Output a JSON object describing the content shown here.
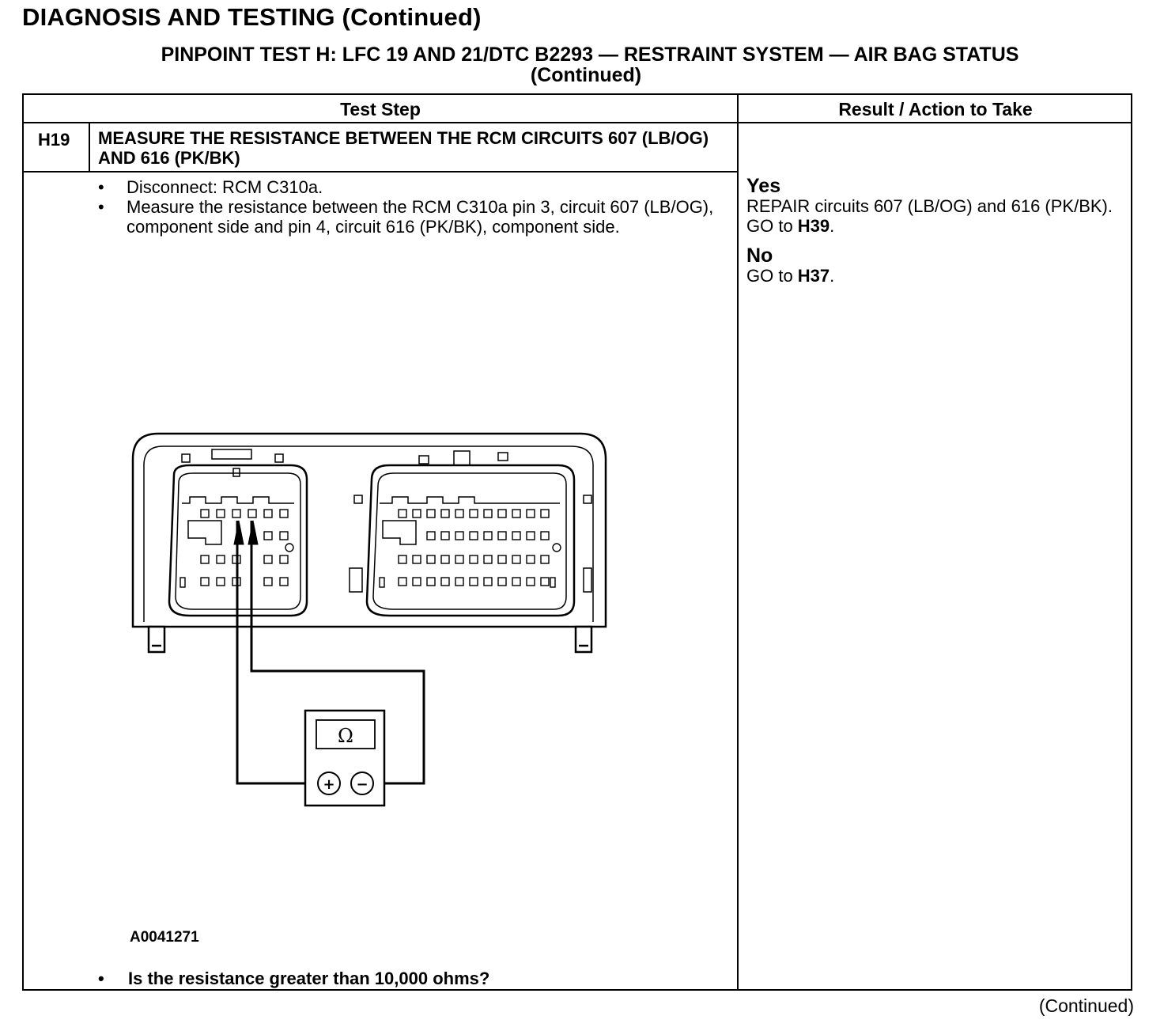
{
  "header": {
    "section_title": "DIAGNOSIS AND TESTING (Continued)",
    "test_title_line1": "PINPOINT TEST  H: LFC 19 AND 21/DTC B2293 — RESTRAINT SYSTEM — AIR BAG STATUS",
    "test_title_line2": "(Continued)"
  },
  "table": {
    "col_test_step": "Test Step",
    "col_result": "Result / Action to Take",
    "step": {
      "id": "H19",
      "heading": "MEASURE THE RESISTANCE BETWEEN THE RCM CIRCUITS 607 (LB/OG) AND 616 (PK/BK)",
      "instructions": [
        "Disconnect: RCM C310a.",
        "Measure the resistance between the RCM C310a pin 3, circuit 607 (LB/OG), component side and pin 4, circuit 616 (PK/BK), component side."
      ],
      "figure_id": "A0041271",
      "meter_symbol": "Ω",
      "probe_plus": "+",
      "probe_minus": "−",
      "question": "Is the resistance greater than 10,000 ohms?"
    },
    "results": {
      "yes_label": "Yes",
      "yes_text": "REPAIR circuits 607 (LB/OG) and 616 (PK/BK). GO to ",
      "yes_target": "H39",
      "no_label": "No",
      "no_text": "GO to ",
      "no_target": "H37"
    }
  },
  "footer": {
    "continued": "(Continued)"
  },
  "bullet_glyph": "•"
}
